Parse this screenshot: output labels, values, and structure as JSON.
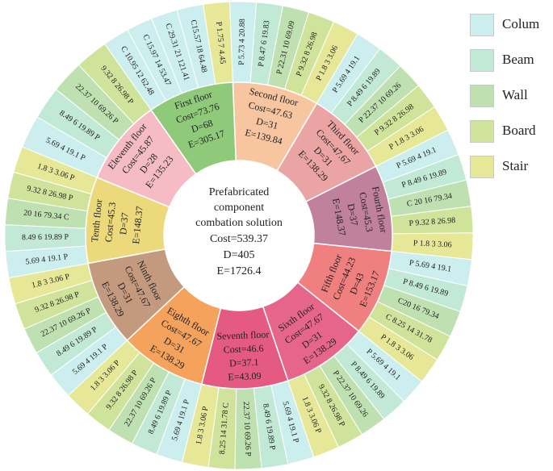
{
  "center": {
    "title_lines": [
      "Prefabricated",
      "component",
      "combation solution"
    ],
    "cost": "Cost=539.37",
    "d": "D=405",
    "e": "E=1726.4"
  },
  "legend": [
    {
      "key": "colum",
      "label": "Colum",
      "color": "#cdeeee"
    },
    {
      "key": "beam",
      "label": "Beam",
      "color": "#c2e8d6"
    },
    {
      "key": "wall",
      "label": "Wall",
      "color": "#bfe0b0"
    },
    {
      "key": "board",
      "label": "Board",
      "color": "#cfe39a"
    },
    {
      "key": "stair",
      "label": "Stair",
      "color": "#e6e898"
    }
  ],
  "floors": [
    {
      "name": "First floor",
      "cost": "Cost=73.76",
      "d": "D=68",
      "e": "E=305.17",
      "color": "#8fca7a",
      "components": [
        {
          "type": "colum",
          "text": "C 10.95 12 62.48"
        },
        {
          "type": "colum",
          "text": "C 15.97 14 53.47"
        },
        {
          "type": "colum",
          "text": "C 29.31 21 121.41"
        },
        {
          "type": "colum",
          "text": "C15.57 18 64.48"
        },
        {
          "type": "stair",
          "text": "P 1.75 7 4.45"
        }
      ]
    },
    {
      "name": "Second floor",
      "cost": "Cost=47.63",
      "d": "D=31",
      "e": "E=139.84",
      "color": "#f7c6a0",
      "components": [
        {
          "type": "colum",
          "text": "P 5.73 4 20.88"
        },
        {
          "type": "beam",
          "text": "P 8.47 6 19.83"
        },
        {
          "type": "wall",
          "text": "P 22.31 10 69.09"
        },
        {
          "type": "board",
          "text": "P 9.32 8 26.98"
        },
        {
          "type": "stair",
          "text": "P 1.8 3 3.06"
        }
      ]
    },
    {
      "name": "Third floor",
      "cost": "Cost=47.67",
      "d": "D=31",
      "e": "E=138.29",
      "color": "#eaa4a4",
      "components": [
        {
          "type": "colum",
          "text": "P 5.69 4 19.1"
        },
        {
          "type": "beam",
          "text": "P 8.49 6 19.89"
        },
        {
          "type": "wall",
          "text": "P 22.37 10 69.26"
        },
        {
          "type": "board",
          "text": "P 9.32 8 26.98"
        },
        {
          "type": "stair",
          "text": "P 1.8 3 3.06"
        }
      ]
    },
    {
      "name": "Fourth floor",
      "cost": "Cost=45.3",
      "d": "D=37",
      "e": "E=148.37",
      "color": "#c0819c",
      "components": [
        {
          "type": "colum",
          "text": "P 5.69 4 19.1"
        },
        {
          "type": "beam",
          "text": "P 8.49 6 19.89"
        },
        {
          "type": "wall",
          "text": "C 20 16 79.34"
        },
        {
          "type": "board",
          "text": "P 9.32 8 26.98"
        },
        {
          "type": "stair",
          "text": "P 1.8 3 3.06"
        }
      ]
    },
    {
      "name": "Fifth floor",
      "cost": "Cost=44.23",
      "d": "D=43",
      "e": "E=153.17",
      "color": "#f08080",
      "components": [
        {
          "type": "colum",
          "text": "P 5.69 4 19.1"
        },
        {
          "type": "beam",
          "text": "P 8.49 6 19.89"
        },
        {
          "type": "wall",
          "text": "C20 16 79.34"
        },
        {
          "type": "board",
          "text": "C 8.25 14 31.78"
        },
        {
          "type": "stair",
          "text": "P 1.8 3 3.06"
        }
      ]
    },
    {
      "name": "Sixth floor",
      "cost": "Cost=47.67",
      "d": "D=31",
      "e": "E=138.29",
      "color": "#e5668a",
      "components": [
        {
          "type": "colum",
          "text": "P 5.69 4 19.1"
        },
        {
          "type": "beam",
          "text": "P 8.49 6 19.89"
        },
        {
          "type": "wall",
          "text": "P 22.37 10 69.26"
        },
        {
          "type": "board",
          "text": "9.32 8 26.98 P"
        },
        {
          "type": "stair",
          "text": "1.8 3 3.06 P"
        }
      ]
    },
    {
      "name": "Seventh floor",
      "cost": "Cost=46.6",
      "d": "D=37.1",
      "e": "E=43.09",
      "color": "#e45a80",
      "components": [
        {
          "type": "colum",
          "text": "5.69 4 19.1 P"
        },
        {
          "type": "beam",
          "text": "8.49 6 19.89 P"
        },
        {
          "type": "wall",
          "text": "22.37 10 69.26 P"
        },
        {
          "type": "board",
          "text": "8.25 14 31.78 C"
        },
        {
          "type": "stair",
          "text": "1.8 3 3.06 P"
        }
      ]
    },
    {
      "name": "Eighth floor",
      "cost": "Cost=47.67",
      "d": "D=31",
      "e": "E=138.29",
      "color": "#f4a25c",
      "components": [
        {
          "type": "colum",
          "text": "5.69 4 19.1 P"
        },
        {
          "type": "beam",
          "text": "8.49 6 19.89 P"
        },
        {
          "type": "wall",
          "text": "22.37 10 69.26 P"
        },
        {
          "type": "board",
          "text": "9.32 8 26.98 P"
        },
        {
          "type": "stair",
          "text": "1.8 3 3.06 P"
        }
      ]
    },
    {
      "name": "Ninth floor",
      "cost": "Cost=47.67",
      "d": "D=31",
      "e": "E=138.29",
      "color": "#c49a7e",
      "components": [
        {
          "type": "colum",
          "text": "5.69 4 19.1 P"
        },
        {
          "type": "beam",
          "text": "8.49 6 19.89 P"
        },
        {
          "type": "wall",
          "text": "22.37 10 69.26 P"
        },
        {
          "type": "board",
          "text": "9.32 8 26.98 P"
        },
        {
          "type": "stair",
          "text": "1.8 3 3.06 P"
        }
      ]
    },
    {
      "name": "Tenth floor",
      "cost": "Cost=45.3",
      "d": "D=37",
      "e": "E=148.37",
      "color": "#ecd97c",
      "components": [
        {
          "type": "colum",
          "text": "5.69 4 19.1 P"
        },
        {
          "type": "beam",
          "text": "8.49 6 19.89 P"
        },
        {
          "type": "wall",
          "text": "20 16 79.34 C"
        },
        {
          "type": "board",
          "text": "9.32 8 26.98 P"
        },
        {
          "type": "stair",
          "text": "1.8 3 3.06 P"
        }
      ]
    },
    {
      "name": "Eleventh floor",
      "cost": "Cost=45.87",
      "d": "D=28",
      "e": "E=135.23",
      "color": "#f6bcc6",
      "components": [
        {
          "type": "colum",
          "text": "5.69 4 19.1 P"
        },
        {
          "type": "beam",
          "text": "8.49 6 19.89 P"
        },
        {
          "type": "wall",
          "text": "22.37 10 69.26 P"
        },
        {
          "type": "board",
          "text": "9.32 8 26.98 P"
        }
      ]
    }
  ]
}
